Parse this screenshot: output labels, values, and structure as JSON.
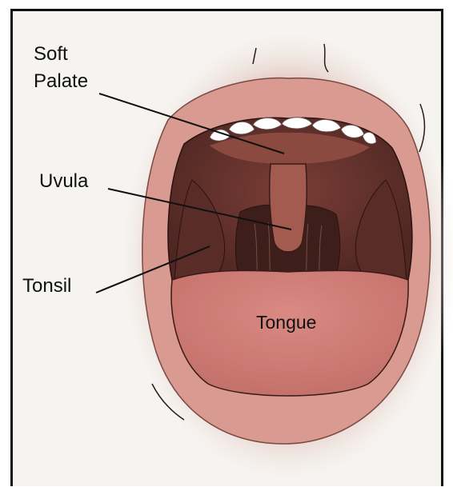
{
  "labels": {
    "soft": "Soft",
    "palate": "Palate",
    "uvula": "Uvula",
    "tonsil": "Tonsil",
    "tongue": "Tongue"
  },
  "colors": {
    "background": "#f6f4f1",
    "frame": "#111111",
    "face_glow": "#d9b5ab",
    "lips": "#d89a91",
    "mouth_cavity": "#6a3630",
    "throat": "#4a2420",
    "tongue": "#cf7f78",
    "teeth": "#ffffff",
    "leader_lines": "#111111"
  }
}
